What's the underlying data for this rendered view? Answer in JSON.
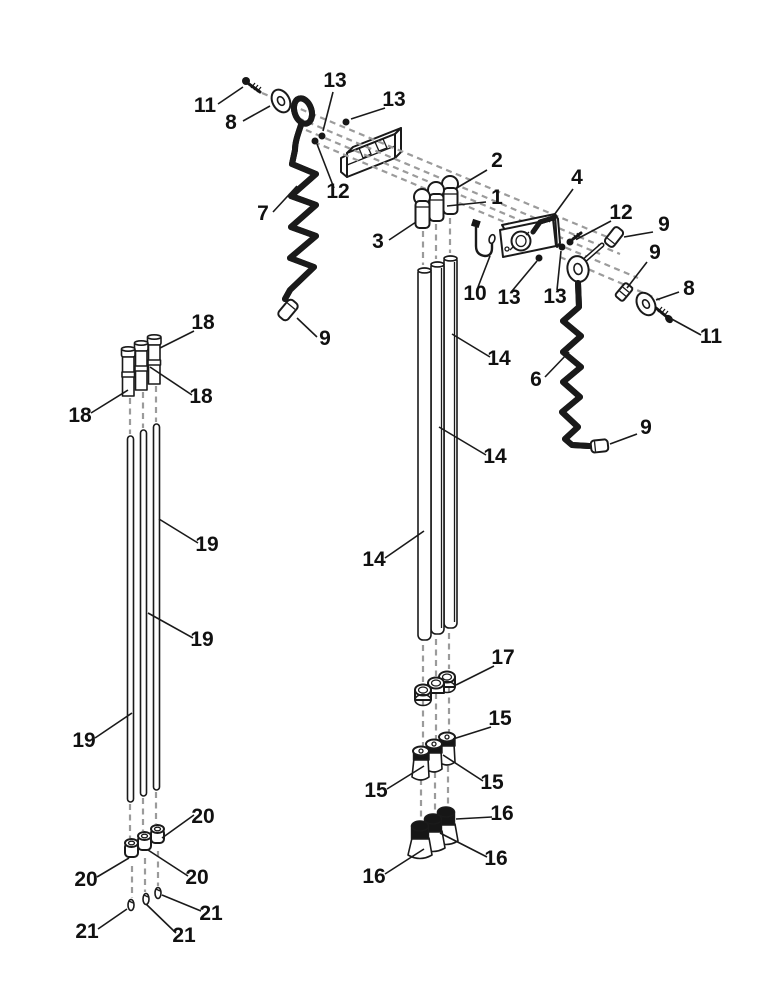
{
  "diagram": {
    "description": "Exploded parts assembly diagram with numbered callouts",
    "background_color": "#ffffff",
    "line_color": "#1a1a1a",
    "dash_color": "#9b9b9b",
    "part_labels": [
      {
        "t": "11"
      },
      {
        "t": "8"
      },
      {
        "t": "13"
      },
      {
        "t": "13"
      },
      {
        "t": "12"
      },
      {
        "t": "7"
      },
      {
        "t": "9"
      },
      {
        "t": "2"
      },
      {
        "t": "1"
      },
      {
        "t": "3"
      },
      {
        "t": "4"
      },
      {
        "t": "10"
      },
      {
        "t": "13"
      },
      {
        "t": "13"
      },
      {
        "t": "12"
      },
      {
        "t": "9"
      },
      {
        "t": "9"
      },
      {
        "t": "8"
      },
      {
        "t": "11"
      },
      {
        "t": "6"
      },
      {
        "t": "9"
      },
      {
        "t": "14"
      },
      {
        "t": "14"
      },
      {
        "t": "14"
      },
      {
        "t": "17"
      },
      {
        "t": "15"
      },
      {
        "t": "15"
      },
      {
        "t": "15"
      },
      {
        "t": "16"
      },
      {
        "t": "16"
      },
      {
        "t": "16"
      },
      {
        "t": "18"
      },
      {
        "t": "18"
      },
      {
        "t": "18"
      },
      {
        "t": "19"
      },
      {
        "t": "19"
      },
      {
        "t": "19"
      },
      {
        "t": "20"
      },
      {
        "t": "20"
      },
      {
        "t": "20"
      },
      {
        "t": "21"
      },
      {
        "t": "21"
      },
      {
        "t": "21"
      }
    ]
  }
}
